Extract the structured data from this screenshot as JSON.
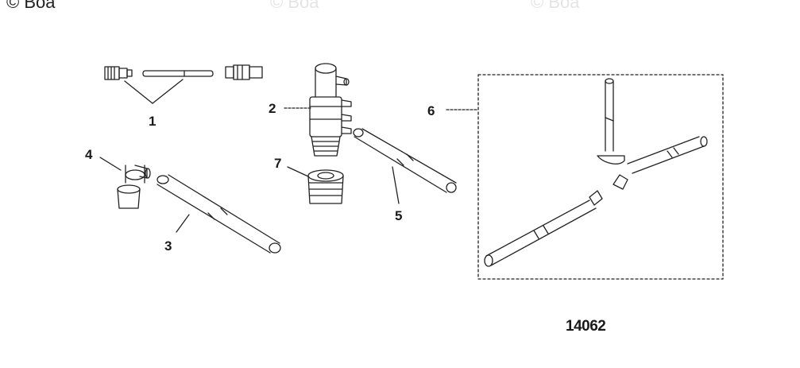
{
  "watermarks": [
    "© Boa",
    "© Boa",
    "© Boa"
  ],
  "figure_number": "14062",
  "callouts": {
    "c1": "1",
    "c2": "2",
    "c3": "3",
    "c4": "4",
    "c5": "5",
    "c6": "6",
    "c7": "7"
  },
  "colors": {
    "line": "#222222",
    "background": "#ffffff",
    "watermark": "#e4e4e4"
  }
}
